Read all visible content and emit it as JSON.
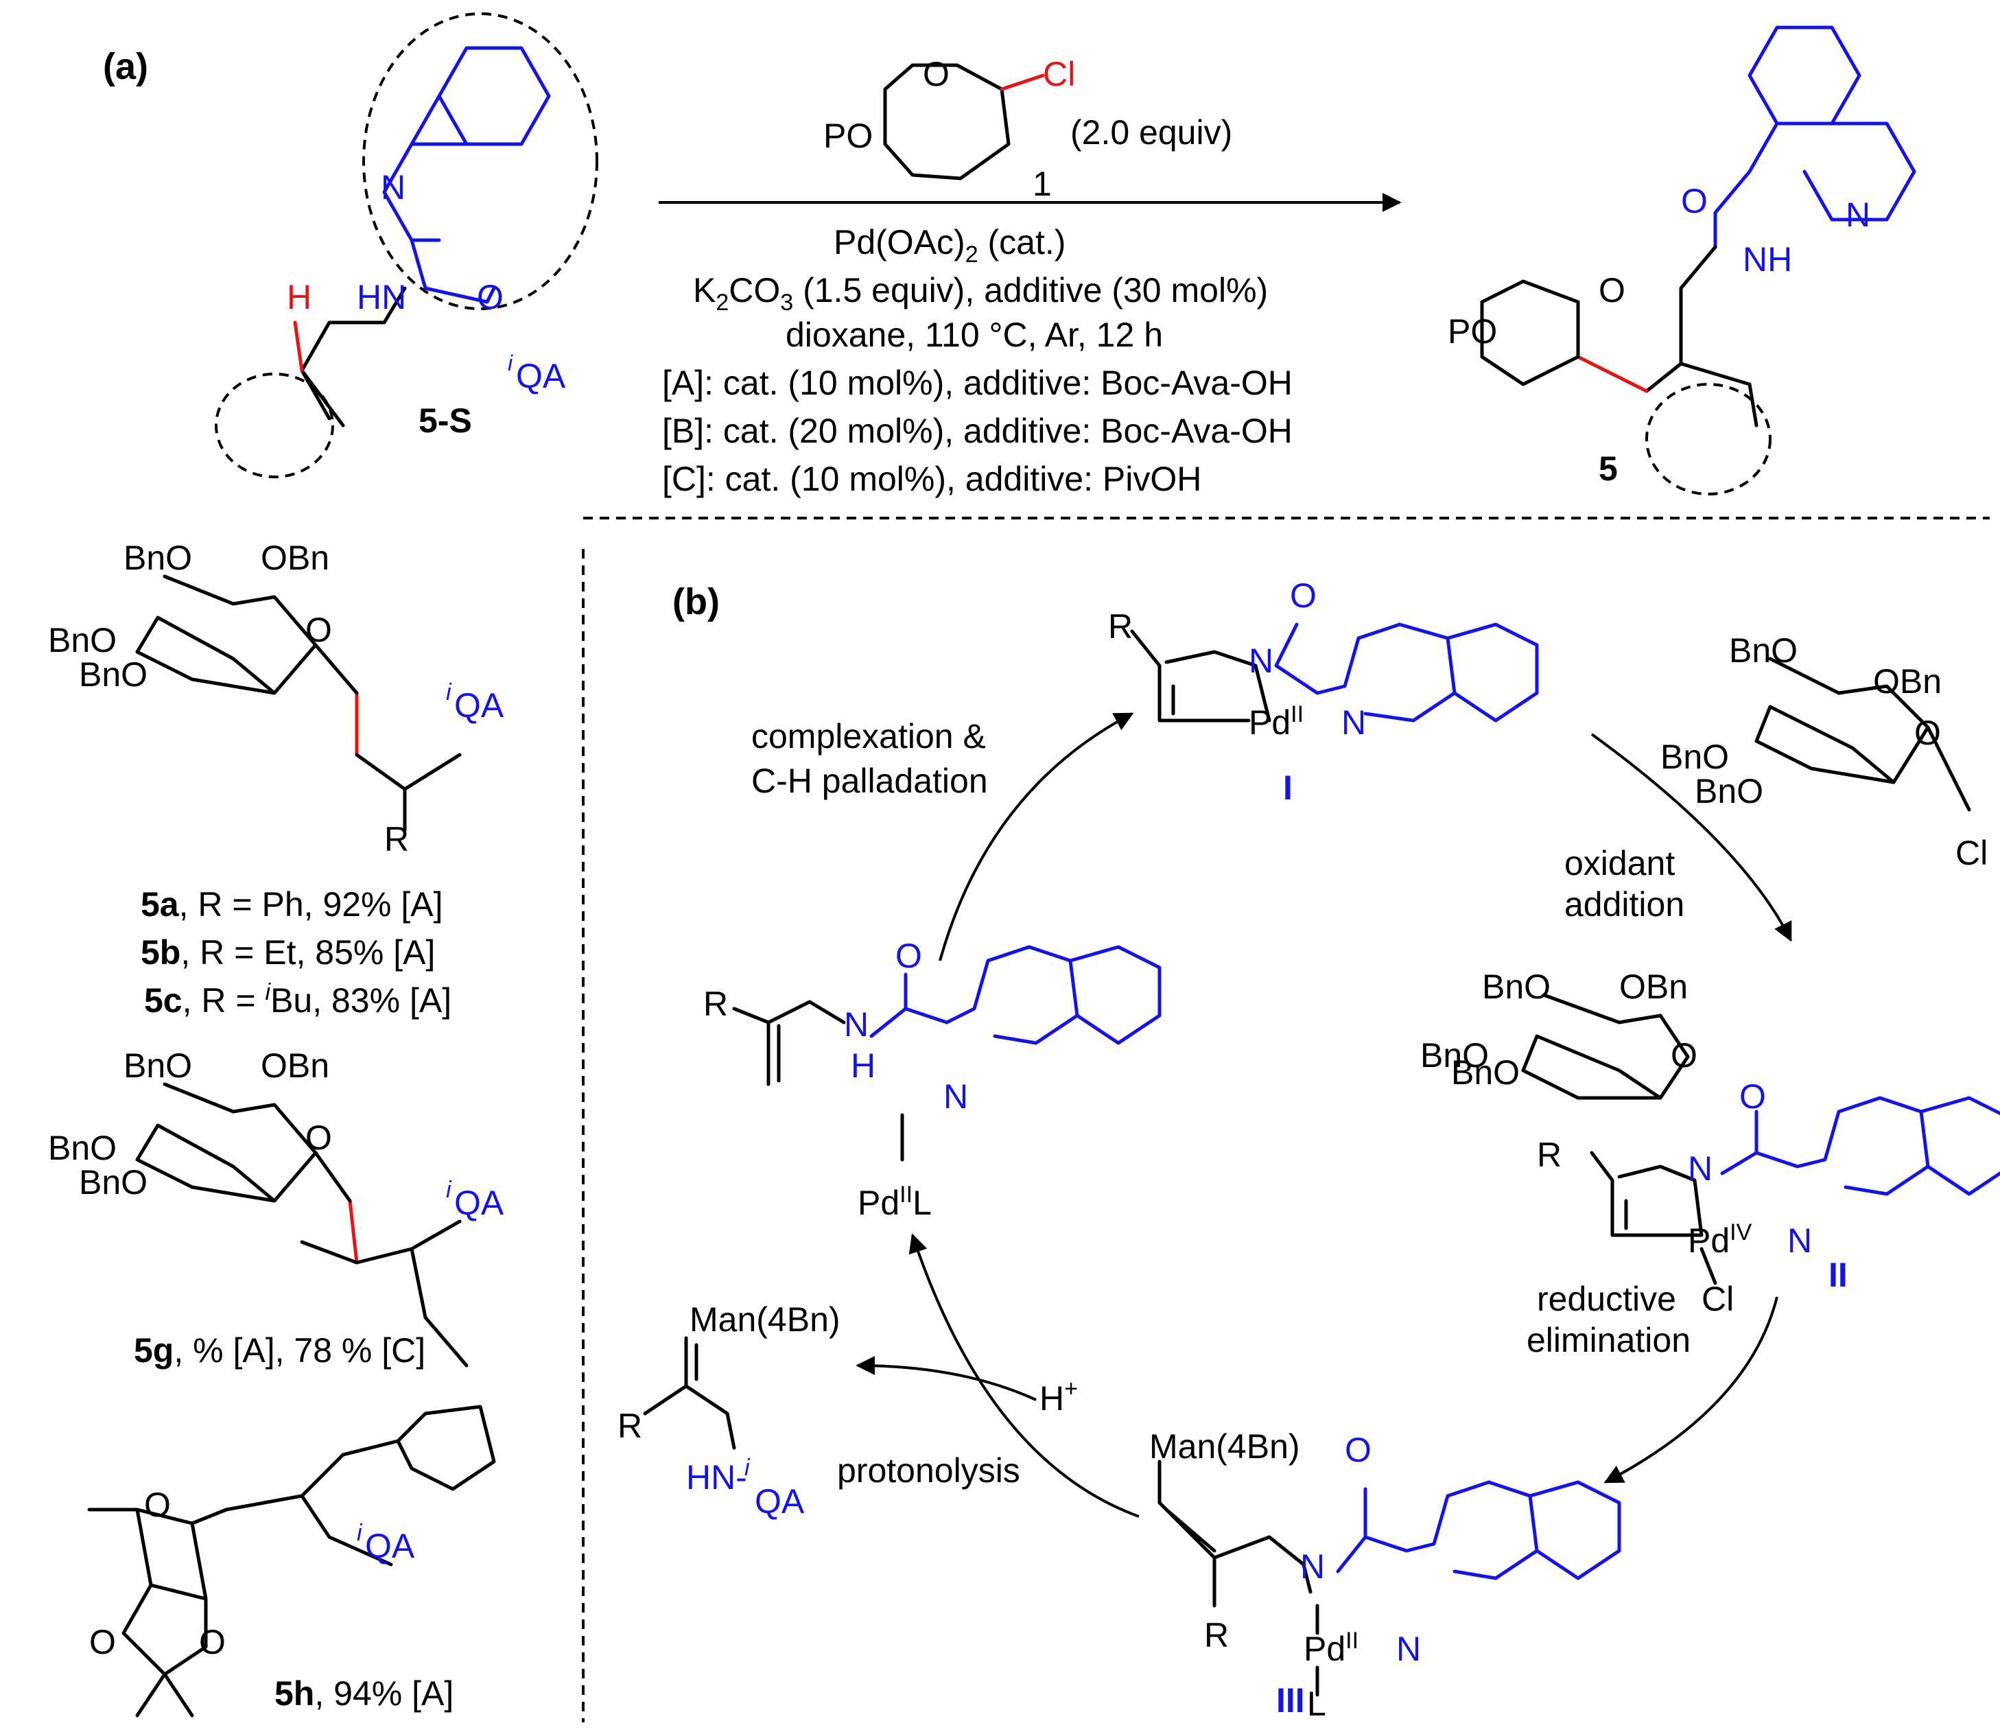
{
  "panels": {
    "a": "(a)",
    "b": "(b)"
  },
  "substrate": {
    "label": "5-S",
    "H": "H",
    "HN": "HN",
    "N": "N",
    "O": "O",
    "dg": "QA",
    "dg_prefix": "i"
  },
  "reagent": {
    "PO": "PO",
    "O": "O",
    "Cl": "Cl",
    "n": "1",
    "equiv": "(2.0 equiv)"
  },
  "conditions": {
    "line1": "Pd(OAc)2 (cat.)",
    "line2a": "K",
    "line2sub": "2",
    "line2b": "CO",
    "line2sub2": "3",
    "line2c": " (1.5 equiv), additive (30 mol%)",
    "line3": "dioxane, 110 °C, Ar, 12 h",
    "A": "[A]: cat. (10 mol%), additive: Boc-Ava-OH",
    "B": "[B]: cat. (20 mol%), additive: Boc-Ava-OH",
    "C": "[C]: cat. (10 mol%), additive: PivOH",
    "pd1": "Pd(OAc)",
    "pd2": "2",
    "pd3": " (cat.)"
  },
  "product": {
    "label": "5",
    "PO": "PO",
    "O": "O",
    "NH": "NH",
    "N": "N",
    "Oc": "O"
  },
  "products": [
    {
      "id": "5a",
      "text": ", R = Ph, 92% [A]"
    },
    {
      "id": "5b",
      "text": ", R = Et, 85% [A]"
    },
    {
      "id": "5c",
      "text": ", R = ",
      "rsup": "i",
      "rtext": "Bu, 83% [A]"
    },
    {
      "id": "5g",
      "text": ", % [A], 78 % [C]"
    },
    {
      "id": "5h",
      "text": ", 94% [A]"
    }
  ],
  "sugar": {
    "BnO1": "BnO",
    "OBn": "OBn",
    "BnO2": "BnO",
    "BnO3": "BnO",
    "O": "O",
    "R": "R",
    "QA": "QA",
    "i": "i",
    "Cl": "Cl"
  },
  "cycle": {
    "I": "I",
    "II": "II",
    "III": "III",
    "step1": "complexation &",
    "step1b": "C-H palladation",
    "step2": "oxidant",
    "step2b": "addition",
    "step3": "reductive",
    "step3b": "elimination",
    "step4": "protonolysis",
    "Hplus": "H",
    "plus": "+",
    "PdL": "Pd",
    "PdL_sup": "II",
    "PdL_L": "L",
    "Pd": "Pd",
    "PdII": "II",
    "PdIV": "IV",
    "N": "N",
    "O": "O",
    "R": "R",
    "Cl": "Cl",
    "L": "L",
    "H": "H",
    "man": "Man(4Bn)",
    "HN": "HN-",
    "QA": "QA"
  }
}
